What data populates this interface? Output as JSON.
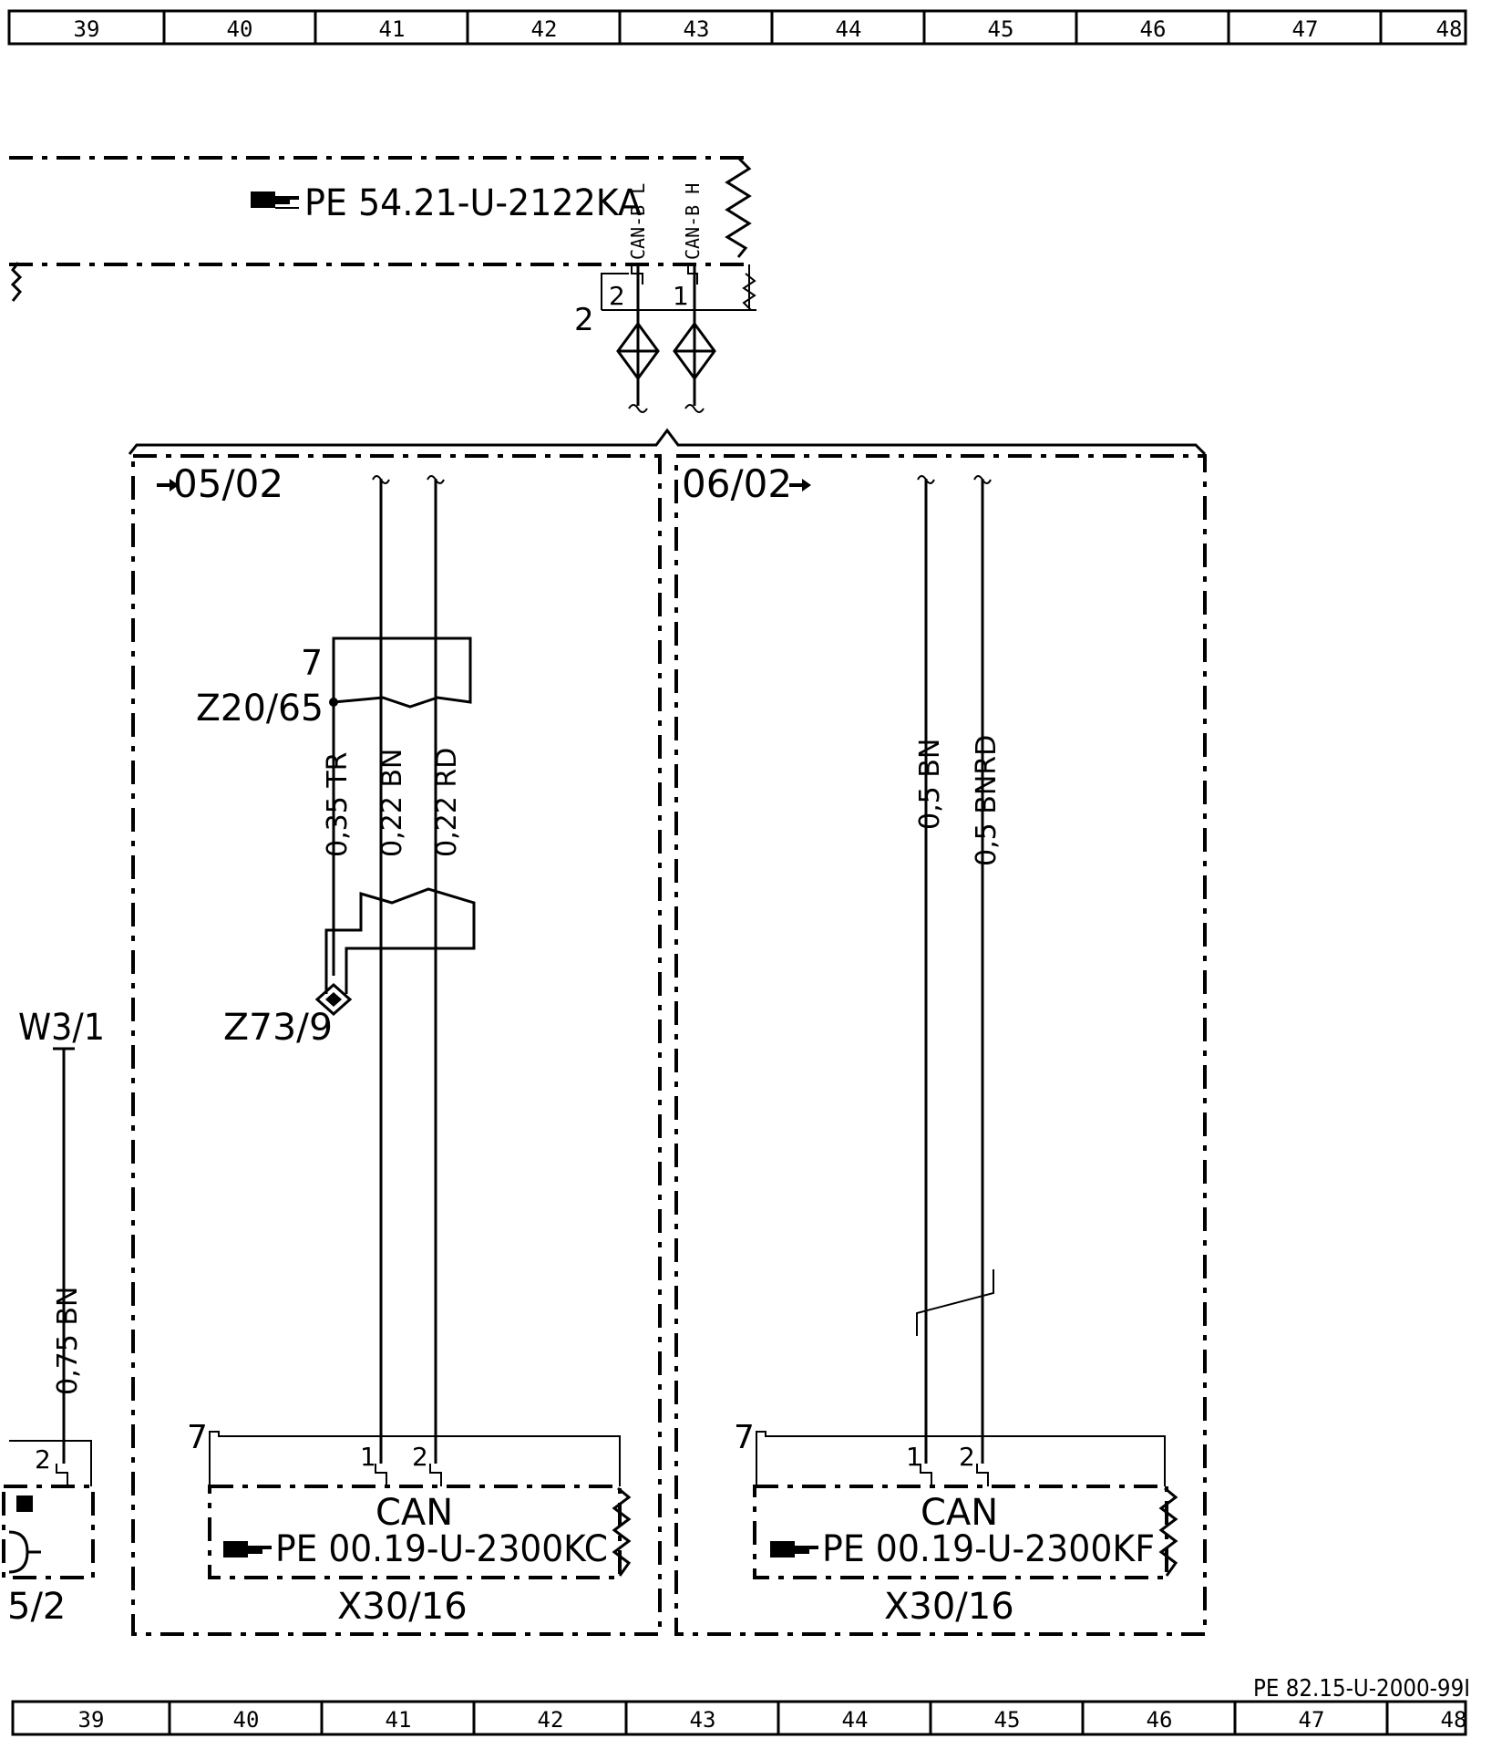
{
  "ruler": {
    "top": [
      "39",
      "40",
      "41",
      "42",
      "43",
      "44",
      "45",
      "46",
      "47",
      "48"
    ],
    "bottom": [
      "39",
      "40",
      "41",
      "42",
      "43",
      "44",
      "45",
      "46",
      "47",
      "48"
    ]
  },
  "header_ref": "PE 54.21-U-2122KA",
  "can_labels": {
    "low": "CAN-B L",
    "high": "CAN-B H"
  },
  "top_connector": {
    "name": "2",
    "pin_l": "2",
    "pin_h": "1"
  },
  "left_box": {
    "label": "05/02",
    "z1_num": "7",
    "z1_name": "Z20/65",
    "z2_name": "Z73/9",
    "wires": [
      "0,35 TR",
      "0,22 BN",
      "0,22 RD"
    ],
    "conn_num": "7",
    "pin1": "1",
    "pin2": "2",
    "can": "CAN",
    "ref": "PE 00.19-U-2300KC",
    "name": "X30/16"
  },
  "right_box": {
    "label": "06/02",
    "wires": [
      "0,5 BN",
      "0,5 BNRD"
    ],
    "conn_num": "7",
    "pin1": "1",
    "pin2": "2",
    "can": "CAN",
    "ref": "PE 00.19-U-2300KF",
    "name": "X30/16"
  },
  "left_edge": {
    "w_label": "W3/1",
    "wire": "0,75 BN",
    "pin": "2",
    "name": "5/2"
  },
  "footer_ref": "PE 82.15-U-2000-99I"
}
